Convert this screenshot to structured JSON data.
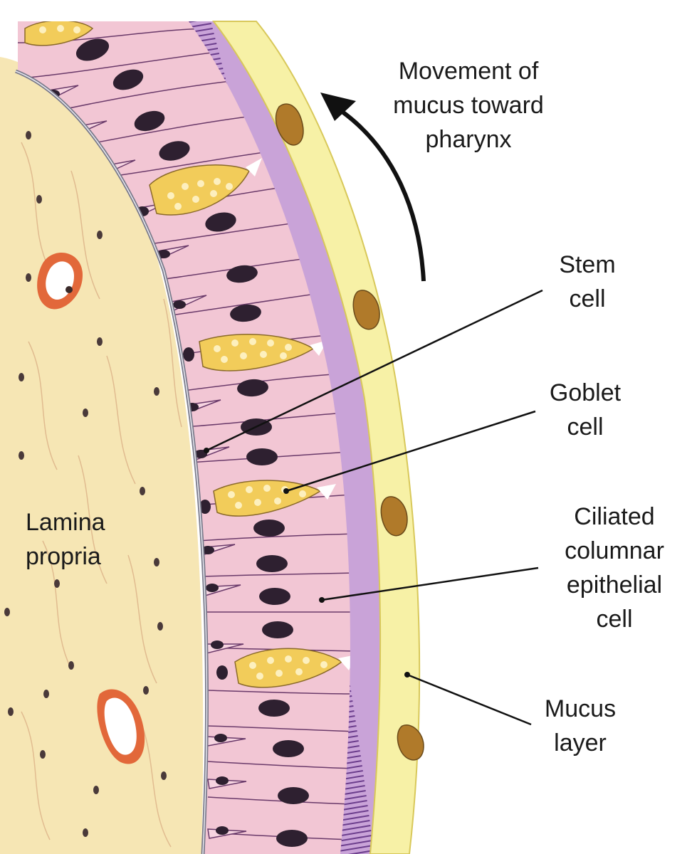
{
  "labels": {
    "movement": [
      "Movement of",
      "mucus toward",
      "pharynx"
    ],
    "stem": [
      "Stem",
      "cell"
    ],
    "goblet": [
      "Goblet",
      "cell"
    ],
    "ciliated": [
      "Ciliated",
      "columnar",
      "epithelial",
      "cell"
    ],
    "mucus": [
      "Mucus",
      "layer"
    ],
    "lamina": [
      "Lamina",
      "propria"
    ]
  },
  "colors": {
    "lamina_propria": "#f6e6b4",
    "epithelium": "#f2c6d4",
    "cilia": "#8a5ea8",
    "mucus_layer": "#f7f1a6",
    "goblet_cell": "#f2cc5a",
    "nucleus": "#2e2030",
    "vessel": "#e2683a",
    "leader_line": "#111111"
  }
}
